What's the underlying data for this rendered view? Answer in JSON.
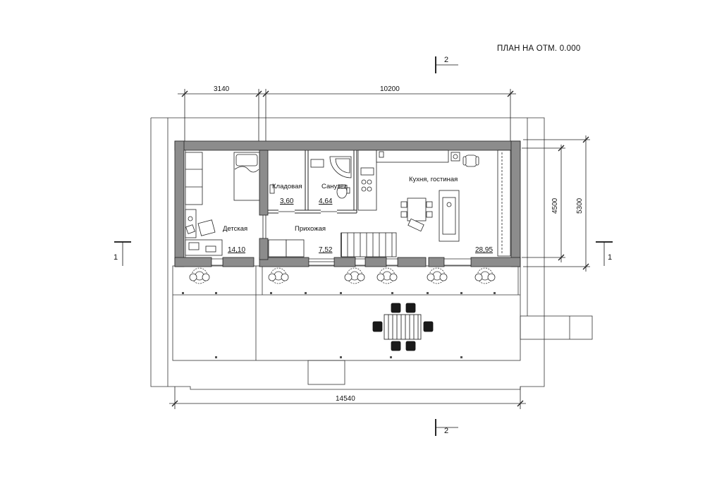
{
  "title": "ПЛАН НА ОТМ. 0.000",
  "dimensions": {
    "top_left": "3140",
    "top_right": "10200",
    "bottom": "14540",
    "right_inner": "4500",
    "right_outer": "5300"
  },
  "section_marks": {
    "top": "2",
    "bottom": "2",
    "left": "1",
    "right": "1"
  },
  "rooms": [
    {
      "name": "Детская",
      "area": "14,10"
    },
    {
      "name": "Кладовая",
      "area": "3,60"
    },
    {
      "name": "Санузел",
      "area": "4,64"
    },
    {
      "name": "Кухня, гостиная",
      "area": "28,95"
    },
    {
      "name": "Прихожая",
      "area": "7,52"
    }
  ],
  "colors": {
    "wall": "#8c8c8c",
    "line": "#222222",
    "bg": "#ffffff"
  }
}
